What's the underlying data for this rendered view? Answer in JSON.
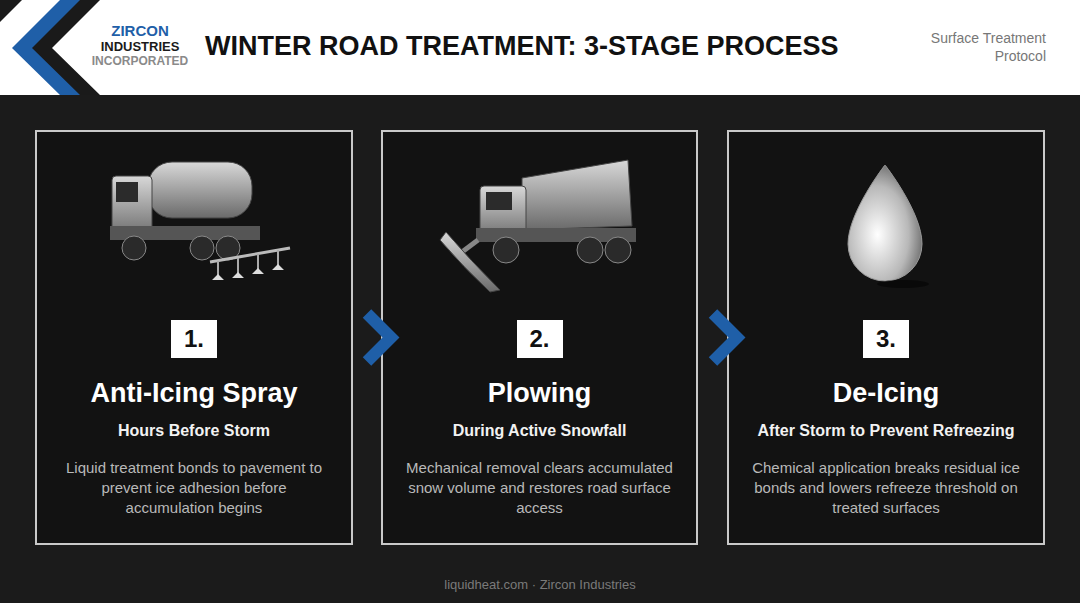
{
  "diagram": {
    "title": "WINTER ROAD TREATMENT: 3-STAGE PROCESS",
    "nodes": [
      {
        "text": [
          "1.",
          "Anti-Icing Spray",
          "Hours Before Storm",
          "Liquid treatment bonds to pavement to prevent ice adhesion before accumulation begins"
        ]
      },
      {
        "text": [
          "2.",
          "Plowing",
          "During Active Snowfall",
          "Mechanical removal clears accumulated snow volume and restores road surface access"
        ]
      },
      {
        "text": [
          "3.",
          "De-Icing",
          "After Storm to Prevent Refreezing",
          "Chemical application breaks residual ice bonds and lowers refreeze threshold on treated surfaces"
        ]
      }
    ],
    "edges": [
      {
        "from": 0,
        "to": 1,
        "arrow": "to"
      },
      {
        "from": 1,
        "to": 2,
        "arrow": "to"
      }
    ],
    "labels": [
      "ZIRCON",
      "INDUSTRIES",
      "INCORPORATED",
      "Surface Treatment Protocol",
      "liquidheat.com · Zircon Industries"
    ]
  }
}
